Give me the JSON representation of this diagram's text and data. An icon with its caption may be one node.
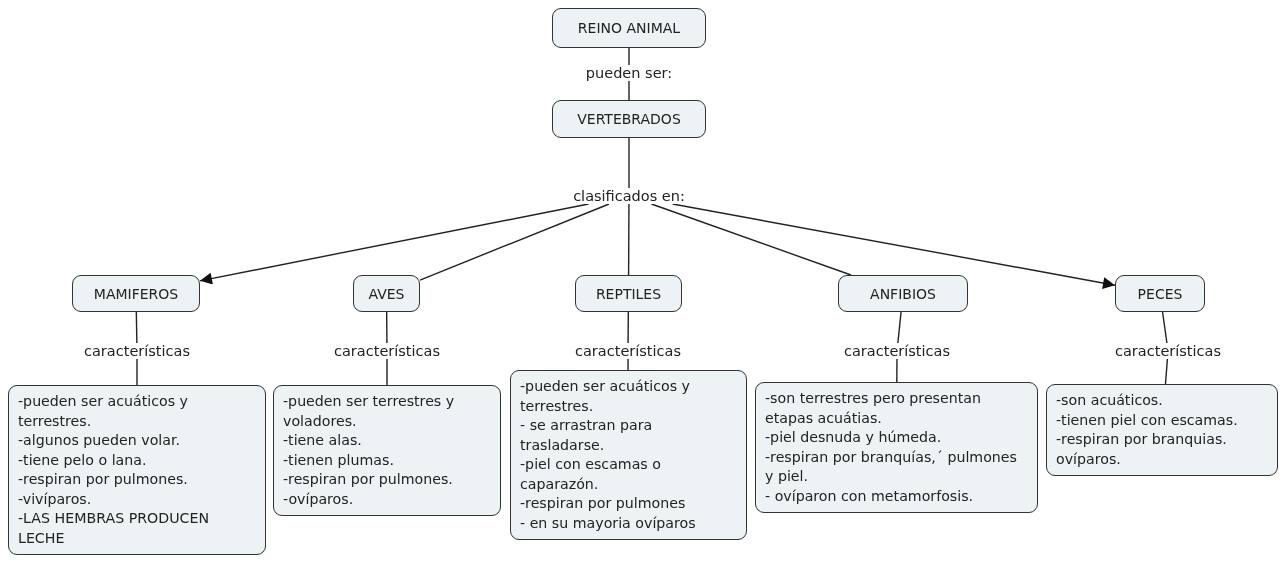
{
  "diagram": {
    "nodes": [
      {
        "text": [
          "REINO ANIMAL"
        ]
      },
      {
        "text": [
          "pueden ser:"
        ]
      },
      {
        "text": [
          "VERTEBRADOS"
        ]
      },
      {
        "text": [
          "clasificados en:"
        ]
      },
      {
        "text": [
          "MAMIFEROS"
        ]
      },
      {
        "text": [
          "AVES"
        ]
      },
      {
        "text": [
          "REPTILES"
        ]
      },
      {
        "text": [
          "ANFIBIOS"
        ]
      },
      {
        "text": [
          "PECES"
        ]
      },
      {
        "text": [
          "características"
        ]
      },
      {
        "text": [
          "características"
        ]
      },
      {
        "text": [
          "características"
        ]
      },
      {
        "text": [
          "características"
        ]
      },
      {
        "text": [
          "características"
        ]
      },
      {
        "text": [
          "-pueden ser acuáticos y terrestres.",
          "-algunos pueden volar.",
          "-tiene pelo o lana.",
          "-respiran por pulmones.",
          "-vivíparos.",
          "-LAS HEMBRAS PRODUCEN LECHE"
        ]
      },
      {
        "text": [
          "-pueden ser terrestres y voladores.",
          "-tiene alas.",
          "-tienen plumas.",
          "-respiran por pulmones.",
          "-ovíparos."
        ]
      },
      {
        "text": [
          "-pueden ser acuáticos y terrestres.",
          "- se arrastran para trasladarse.",
          "-piel con escamas o caparazón.",
          "-respiran por pulmones",
          "- en su mayoria ovíparos"
        ]
      },
      {
        "text": [
          "-son terrestres pero presentan etapas acuátias.",
          "-piel desnuda y húmeda.",
          "-respiran por branquías,´ pulmones y piel.",
          "- ovíparon con metamorfosis."
        ]
      },
      {
        "text": [
          "-son acuáticos.",
          "-tienen piel con escamas.",
          "-respiran por branquias.",
          "ovíparos."
        ]
      }
    ],
    "edges": [
      {
        "from": 0,
        "to": 1,
        "arrow": "none"
      },
      {
        "from": 1,
        "to": 2,
        "arrow": "none"
      },
      {
        "from": 2,
        "to": 3,
        "arrow": "none"
      },
      {
        "from": 3,
        "to": 4,
        "arrow": "to"
      },
      {
        "from": 3,
        "to": 5,
        "arrow": "none"
      },
      {
        "from": 3,
        "to": 6,
        "arrow": "none"
      },
      {
        "from": 3,
        "to": 7,
        "arrow": "none"
      },
      {
        "from": 3,
        "to": 8,
        "arrow": "to"
      },
      {
        "from": 4,
        "to": 9,
        "arrow": "none"
      },
      {
        "from": 5,
        "to": 10,
        "arrow": "none"
      },
      {
        "from": 6,
        "to": 11,
        "arrow": "none"
      },
      {
        "from": 7,
        "to": 12,
        "arrow": "none"
      },
      {
        "from": 8,
        "to": 13,
        "arrow": "none"
      },
      {
        "from": 9,
        "to": 14,
        "arrow": "none"
      },
      {
        "from": 10,
        "to": 15,
        "arrow": "none"
      },
      {
        "from": 11,
        "to": 16,
        "arrow": "none"
      },
      {
        "from": 12,
        "to": 17,
        "arrow": "none"
      },
      {
        "from": 13,
        "to": 18,
        "arrow": "none"
      }
    ]
  }
}
